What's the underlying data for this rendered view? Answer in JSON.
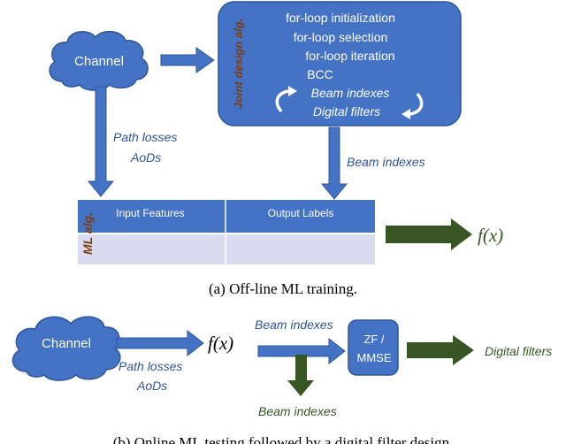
{
  "colors": {
    "blue_fill": "#4472c4",
    "blue_edge": "#2f5597",
    "label_blue": "#2f5597",
    "green": "#375623",
    "alg_label": "#843c0c",
    "table_row": "#d9dcef",
    "white": "#ffffff",
    "caption": "#000000"
  },
  "icons": [
    "cloud-shape",
    "right-arrow",
    "down-arrow",
    "cycle-arrows"
  ],
  "panel_a": {
    "channel_label": "Channel",
    "joint_alg_label": "Joint design alg.",
    "alg_steps": [
      "for-loop initialization",
      "for-loop selection",
      "for-loop iteration",
      "BCC"
    ],
    "alg_outputs": [
      "Beam indexes",
      "Digital filters"
    ],
    "path_losses": "Path losses",
    "aods": "AoDs",
    "beam_indexes": "Beam indexes",
    "ml_alg_label": "ML alg.",
    "table_headers": [
      "Input Features",
      "Output Labels"
    ],
    "fx": "f(x)",
    "caption": "(a) Off-line ML training."
  },
  "panel_b": {
    "channel_label": "Channel",
    "fx": "f(x)",
    "beam_indexes_top": "Beam indexes",
    "path_losses": "Path losses",
    "aods": "AoDs",
    "zf_line1": "ZF /",
    "zf_line2": "MMSE",
    "beam_indexes_bottom": "Beam indexes",
    "digital_filters": "Digital filters",
    "caption": "(b) Online ML testing followed by a digital filter design."
  }
}
